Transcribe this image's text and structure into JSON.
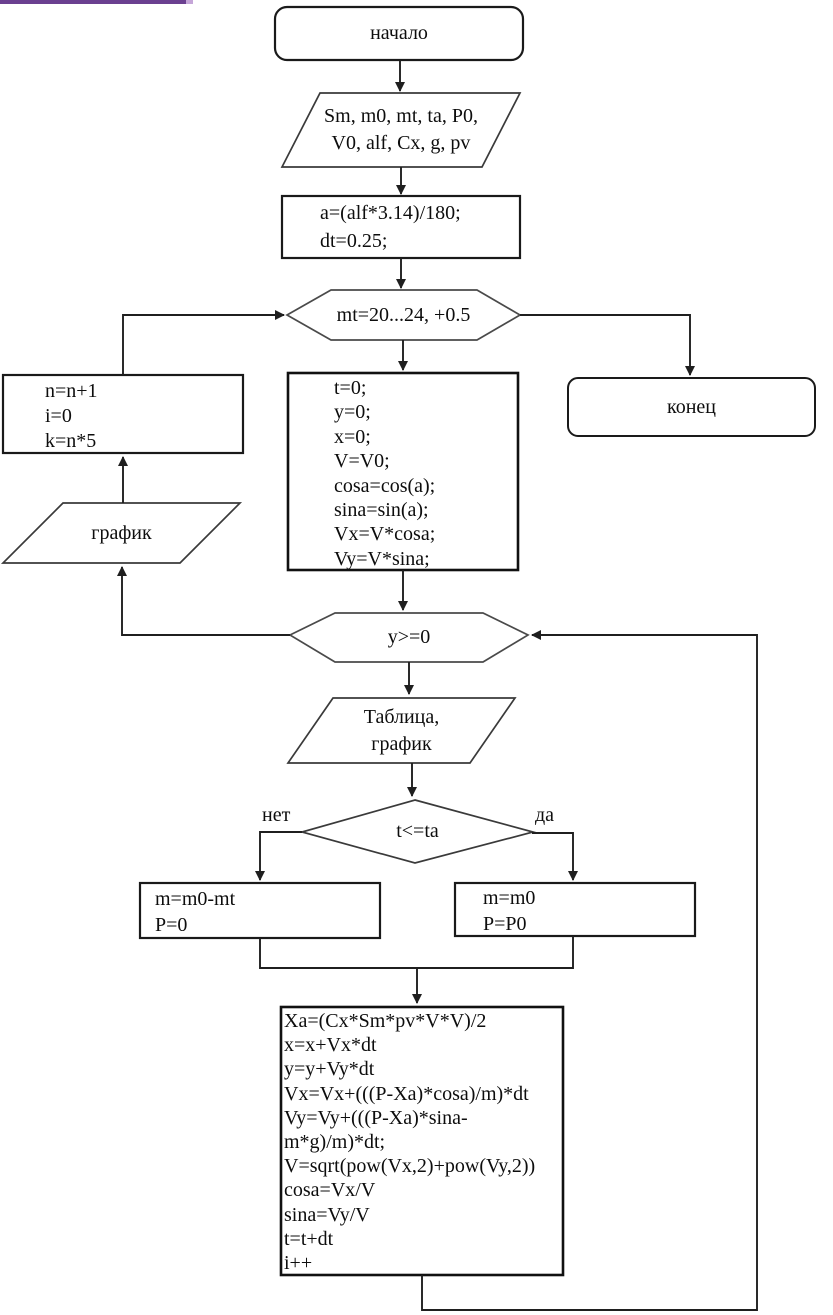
{
  "page": {
    "accent_bar_color": "#6b4090",
    "line_color": "#1f1f1f",
    "background_color": "#ffffff"
  },
  "flowchart": {
    "start": {
      "label": "начало"
    },
    "input": {
      "label": "Sm, m0, mt, ta, P0,\nV0, alf, Cx, g, pv"
    },
    "init_angle": {
      "label": "a=(alf*3.14)/180;\ndt=0.25;"
    },
    "loop_mt": {
      "label": "mt=20...24, +0.5"
    },
    "end": {
      "label": "конец"
    },
    "counter": {
      "label": "n=n+1\ni=0\nk=n*5"
    },
    "graph_out": {
      "label": "график"
    },
    "init_state": {
      "label": "t=0;\ny=0;\nx=0;\nV=V0;\ncosa=cos(a);\nsina=sin(a);\nVx=V*cosa;\nVy=V*sina;"
    },
    "loop_y": {
      "label": "y>=0"
    },
    "table_graph_out": {
      "label": "Таблица,\nграфик"
    },
    "decision_t": {
      "label": "t<=ta",
      "no_label": "нет",
      "yes_label": "да"
    },
    "branch_no": {
      "label": "m=m0-mt\nP=0"
    },
    "branch_yes": {
      "label": "m=m0\nP=P0"
    },
    "compute": {
      "label": "Xa=(Cx*Sm*pv*V*V)/2\nx=x+Vx*dt\ny=y+Vy*dt\nVx=Vx+(((P-Xa)*cosa)/m)*dt\nVy=Vy+(((P-Xa)*sina-\nm*g)/m)*dt;\nV=sqrt(pow(Vx,2)+pow(Vy,2))\ncosa=Vx/V\nsina=Vy/V\nt=t+dt\ni++"
    }
  }
}
